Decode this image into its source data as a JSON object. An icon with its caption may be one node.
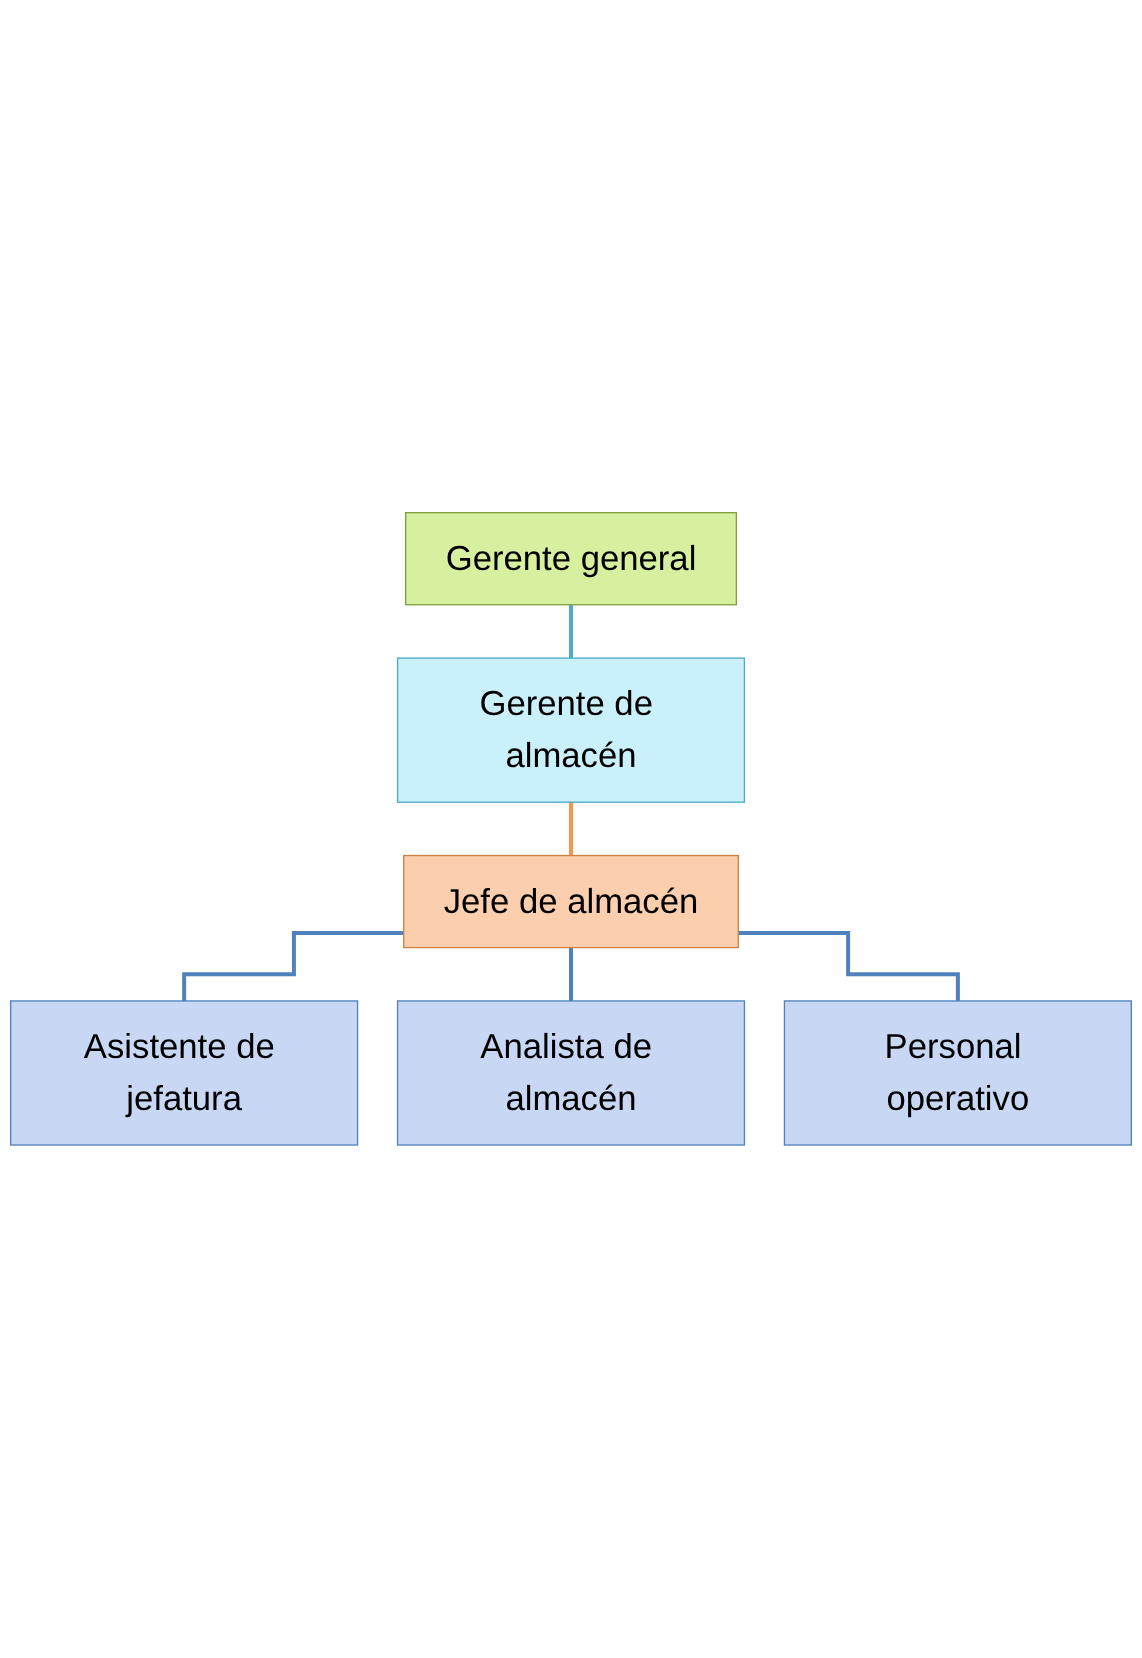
{
  "diagram": {
    "nodes": [
      {
        "text": [
          "Gerente general"
        ]
      },
      {
        "text": [
          "Gerente de almacén"
        ]
      },
      {
        "text": [
          "Jefe de almacén"
        ]
      },
      {
        "text": [
          "Asistente de jefatura"
        ]
      },
      {
        "text": [
          "Analista de almacén"
        ]
      },
      {
        "text": [
          "Personal operativo"
        ]
      }
    ],
    "edges": [
      {
        "from": 0,
        "to": 1,
        "arrow": "none",
        "color": "#4bacc6"
      },
      {
        "from": 1,
        "to": 2,
        "arrow": "none",
        "color": "#f79646"
      },
      {
        "from": 2,
        "to": 3,
        "arrow": "none"
      },
      {
        "from": 2,
        "to": 4,
        "arrow": "none"
      },
      {
        "from": 2,
        "to": 5,
        "arrow": "none"
      }
    ]
  }
}
